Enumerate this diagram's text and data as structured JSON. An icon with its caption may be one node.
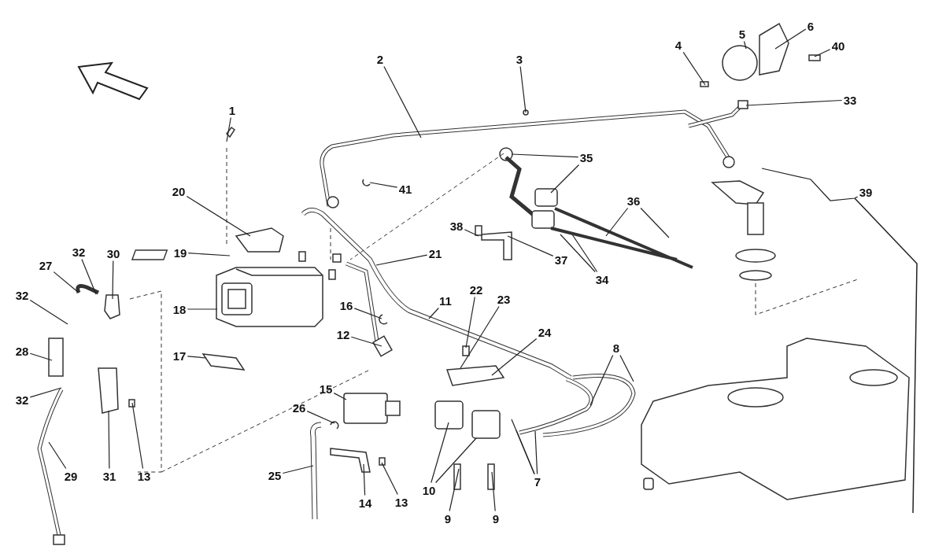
{
  "diagram": {
    "nodes": [
      {
        "text": [
          "1"
        ]
      },
      {
        "text": [
          "2"
        ]
      },
      {
        "text": [
          "3"
        ]
      },
      {
        "text": [
          "4"
        ]
      },
      {
        "text": [
          "5"
        ]
      },
      {
        "text": [
          "6"
        ]
      },
      {
        "text": [
          "40"
        ]
      },
      {
        "text": [
          "33"
        ]
      },
      {
        "text": [
          "41"
        ]
      },
      {
        "text": [
          "35"
        ]
      },
      {
        "text": [
          "36"
        ]
      },
      {
        "text": [
          "39"
        ]
      },
      {
        "text": [
          "38"
        ]
      },
      {
        "text": [
          "37"
        ]
      },
      {
        "text": [
          "34"
        ]
      },
      {
        "text": [
          "20"
        ]
      },
      {
        "text": [
          "19"
        ]
      },
      {
        "text": [
          "21"
        ]
      },
      {
        "text": [
          "27"
        ]
      },
      {
        "text": [
          "32"
        ]
      },
      {
        "text": [
          "30"
        ]
      },
      {
        "text": [
          "32"
        ]
      },
      {
        "text": [
          "18"
        ]
      },
      {
        "text": [
          "11"
        ]
      },
      {
        "text": [
          "22"
        ]
      },
      {
        "text": [
          "23"
        ]
      },
      {
        "text": [
          "16"
        ]
      },
      {
        "text": [
          "12"
        ]
      },
      {
        "text": [
          "24"
        ]
      },
      {
        "text": [
          "8"
        ]
      },
      {
        "text": [
          "28"
        ]
      },
      {
        "text": [
          "17"
        ]
      },
      {
        "text": [
          "32"
        ]
      },
      {
        "text": [
          "15"
        ]
      },
      {
        "text": [
          "26"
        ]
      },
      {
        "text": [
          "10"
        ]
      },
      {
        "text": [
          "7"
        ]
      },
      {
        "text": [
          "29"
        ]
      },
      {
        "text": [
          "31"
        ]
      },
      {
        "text": [
          "13"
        ]
      },
      {
        "text": [
          "25"
        ]
      },
      {
        "text": [
          "14"
        ]
      },
      {
        "text": [
          "13"
        ]
      },
      {
        "text": [
          "9"
        ]
      },
      {
        "text": [
          "9"
        ]
      }
    ],
    "edges": [
      {
        "from": 0,
        "to": null,
        "arrow": "none"
      },
      {
        "from": 1,
        "to": null,
        "arrow": "none"
      },
      {
        "from": 2,
        "to": null,
        "arrow": "none"
      },
      {
        "from": 3,
        "to": null,
        "arrow": "none"
      },
      {
        "from": 4,
        "to": null,
        "arrow": "none"
      },
      {
        "from": 5,
        "to": null,
        "arrow": "none"
      },
      {
        "from": 6,
        "to": null,
        "arrow": "none"
      },
      {
        "from": 7,
        "to": null,
        "arrow": "none"
      },
      {
        "from": 8,
        "to": null,
        "arrow": "none"
      },
      {
        "from": 9,
        "to": null,
        "arrow": "none"
      },
      {
        "from": 9,
        "to": null,
        "arrow": "none"
      },
      {
        "from": 10,
        "to": null,
        "arrow": "none"
      },
      {
        "from": 10,
        "to": null,
        "arrow": "none"
      },
      {
        "from": 11,
        "to": null,
        "arrow": "none"
      },
      {
        "from": 12,
        "to": null,
        "arrow": "none"
      },
      {
        "from": 13,
        "to": null,
        "arrow": "none"
      },
      {
        "from": 14,
        "to": null,
        "arrow": "none"
      },
      {
        "from": 14,
        "to": null,
        "arrow": "none"
      },
      {
        "from": 15,
        "to": null,
        "arrow": "none"
      },
      {
        "from": 16,
        "to": null,
        "arrow": "none"
      },
      {
        "from": 17,
        "to": null,
        "arrow": "none"
      },
      {
        "from": 18,
        "to": null,
        "arrow": "none"
      },
      {
        "from": 19,
        "to": null,
        "arrow": "none"
      },
      {
        "from": 20,
        "to": null,
        "arrow": "none"
      },
      {
        "from": 21,
        "to": null,
        "arrow": "none"
      },
      {
        "from": 22,
        "to": null,
        "arrow": "none"
      },
      {
        "from": 23,
        "to": null,
        "arrow": "none"
      },
      {
        "from": 24,
        "to": null,
        "arrow": "none"
      },
      {
        "from": 25,
        "to": null,
        "arrow": "none"
      },
      {
        "from": 26,
        "to": null,
        "arrow": "none"
      },
      {
        "from": 27,
        "to": null,
        "arrow": "none"
      },
      {
        "from": 28,
        "to": null,
        "arrow": "none"
      },
      {
        "from": 29,
        "to": null,
        "arrow": "none"
      },
      {
        "from": 29,
        "to": null,
        "arrow": "none"
      },
      {
        "from": 30,
        "to": null,
        "arrow": "none"
      },
      {
        "from": 31,
        "to": null,
        "arrow": "none"
      },
      {
        "from": 32,
        "to": null,
        "arrow": "none"
      },
      {
        "from": 33,
        "to": null,
        "arrow": "none"
      },
      {
        "from": 34,
        "to": null,
        "arrow": "none"
      },
      {
        "from": 35,
        "to": null,
        "arrow": "none"
      },
      {
        "from": 35,
        "to": null,
        "arrow": "none"
      },
      {
        "from": 36,
        "to": null,
        "arrow": "none"
      },
      {
        "from": 36,
        "to": null,
        "arrow": "none"
      },
      {
        "from": 36,
        "to": null,
        "arrow": "none"
      },
      {
        "from": 37,
        "to": null,
        "arrow": "none"
      },
      {
        "from": 38,
        "to": null,
        "arrow": "none"
      },
      {
        "from": 39,
        "to": null,
        "arrow": "none"
      },
      {
        "from": 40,
        "to": null,
        "arrow": "none"
      },
      {
        "from": 41,
        "to": null,
        "arrow": "none"
      },
      {
        "from": 42,
        "to": null,
        "arrow": "none"
      },
      {
        "from": 43,
        "to": null,
        "arrow": "none"
      },
      {
        "from": 44,
        "to": null,
        "arrow": "none"
      }
    ]
  }
}
